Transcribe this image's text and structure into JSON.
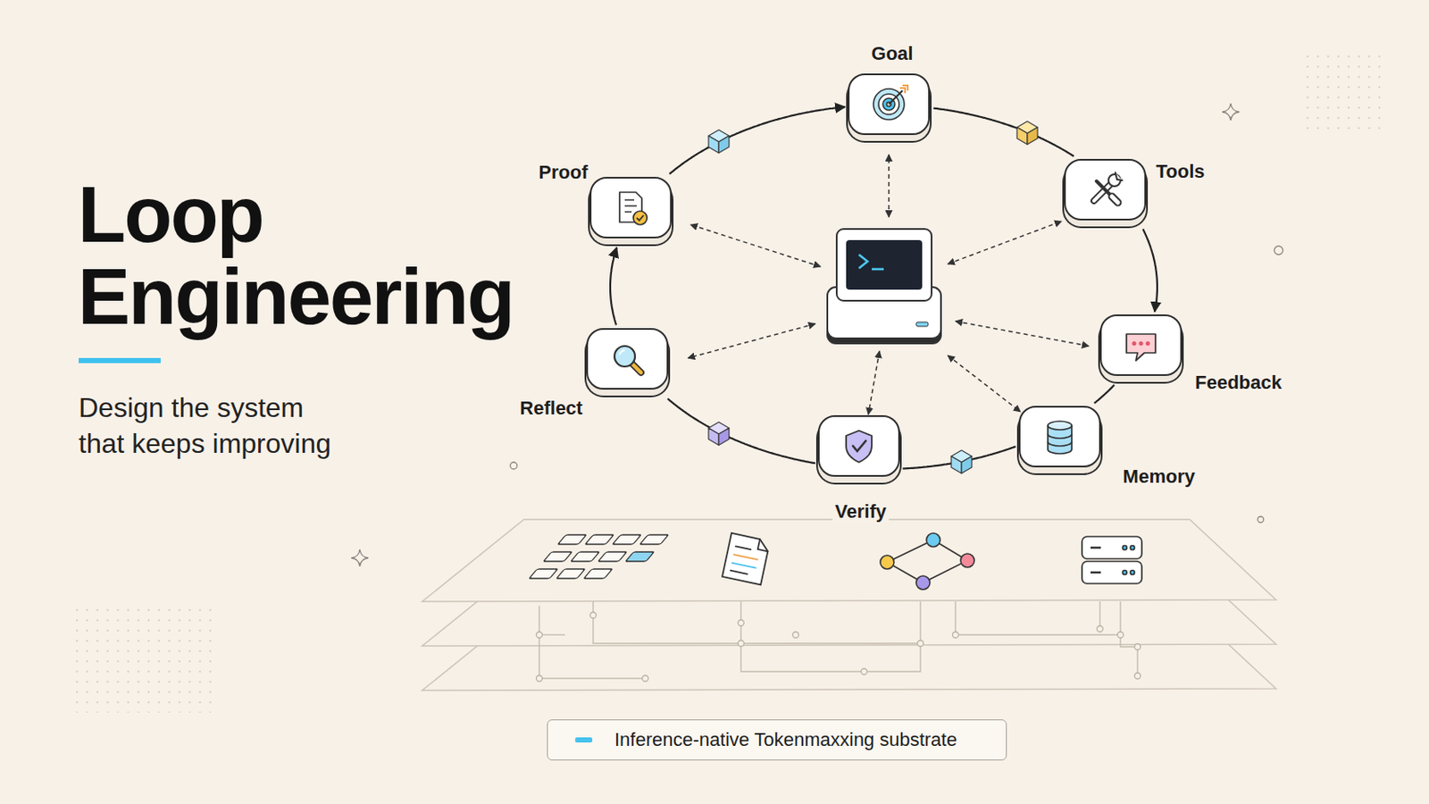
{
  "diagram": {
    "title": "Loop Engineering",
    "caption": "Design the system that keeps improving",
    "nodes": [
      {
        "text": [
          "Goal"
        ]
      },
      {
        "text": [
          "Tools"
        ]
      },
      {
        "text": [
          "Feedback"
        ]
      },
      {
        "text": [
          "Memory"
        ]
      },
      {
        "text": [
          "Verify"
        ]
      },
      {
        "text": [
          "Reflect"
        ]
      },
      {
        "text": [
          "Proof"
        ]
      }
    ],
    "edges": [
      {
        "from": 0,
        "to": 1,
        "arrow": "none"
      },
      {
        "from": 1,
        "to": 2,
        "arrow": "to"
      },
      {
        "from": 2,
        "to": 3,
        "arrow": "none"
      },
      {
        "from": 3,
        "to": 4,
        "arrow": "none"
      },
      {
        "from": 4,
        "to": 5,
        "arrow": "none"
      },
      {
        "from": 5,
        "to": 6,
        "arrow": "to"
      },
      {
        "from": 6,
        "to": 0,
        "arrow": "to"
      }
    ],
    "legend": [
      {
        "text": "Inference-native Tokenmaxxing substrate",
        "color": "#46c1ee"
      }
    ]
  }
}
